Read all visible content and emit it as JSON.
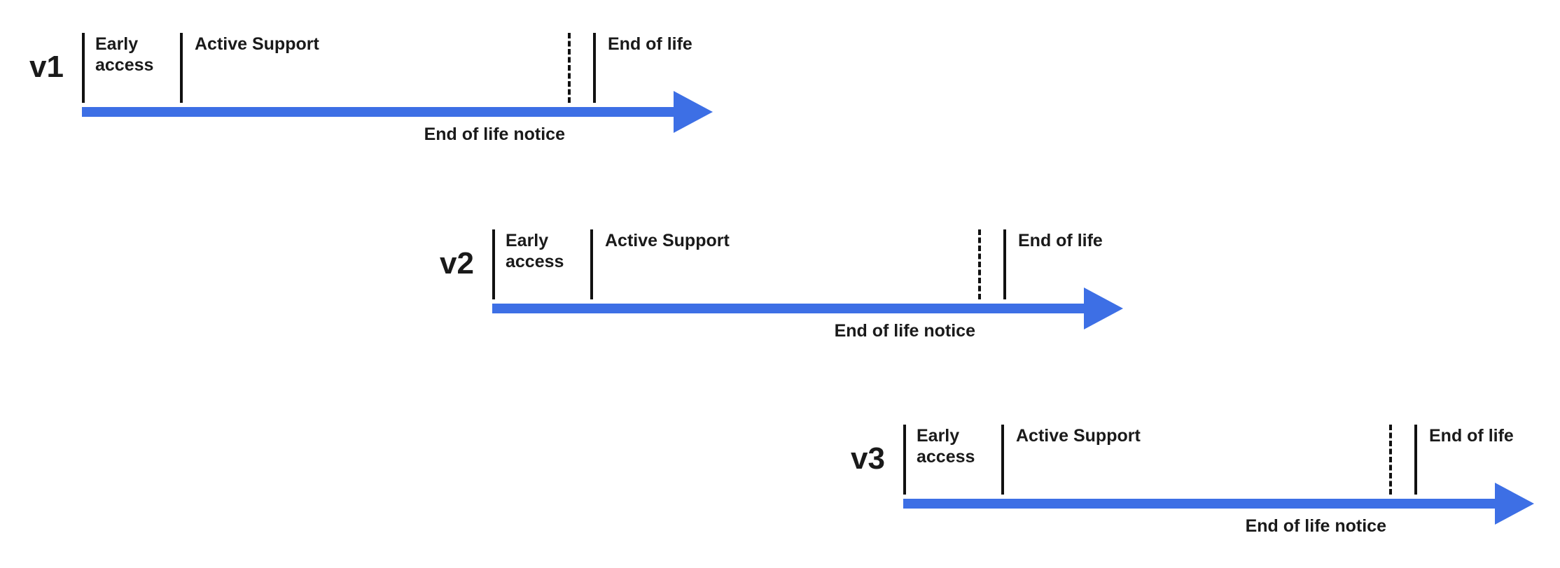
{
  "diagram": {
    "arrow_color": "#3D6FE5",
    "timelines": [
      {
        "version": "v1",
        "phases": {
          "early_access": "Early access",
          "active_support": "Active Support",
          "end_of_life": "End of life"
        },
        "notice": "End of life notice"
      },
      {
        "version": "v2",
        "phases": {
          "early_access": "Early access",
          "active_support": "Active Support",
          "end_of_life": "End of life"
        },
        "notice": "End of life notice"
      },
      {
        "version": "v3",
        "phases": {
          "early_access": "Early access",
          "active_support": "Active Support",
          "end_of_life": "End of life"
        },
        "notice": "End of life notice"
      }
    ]
  }
}
